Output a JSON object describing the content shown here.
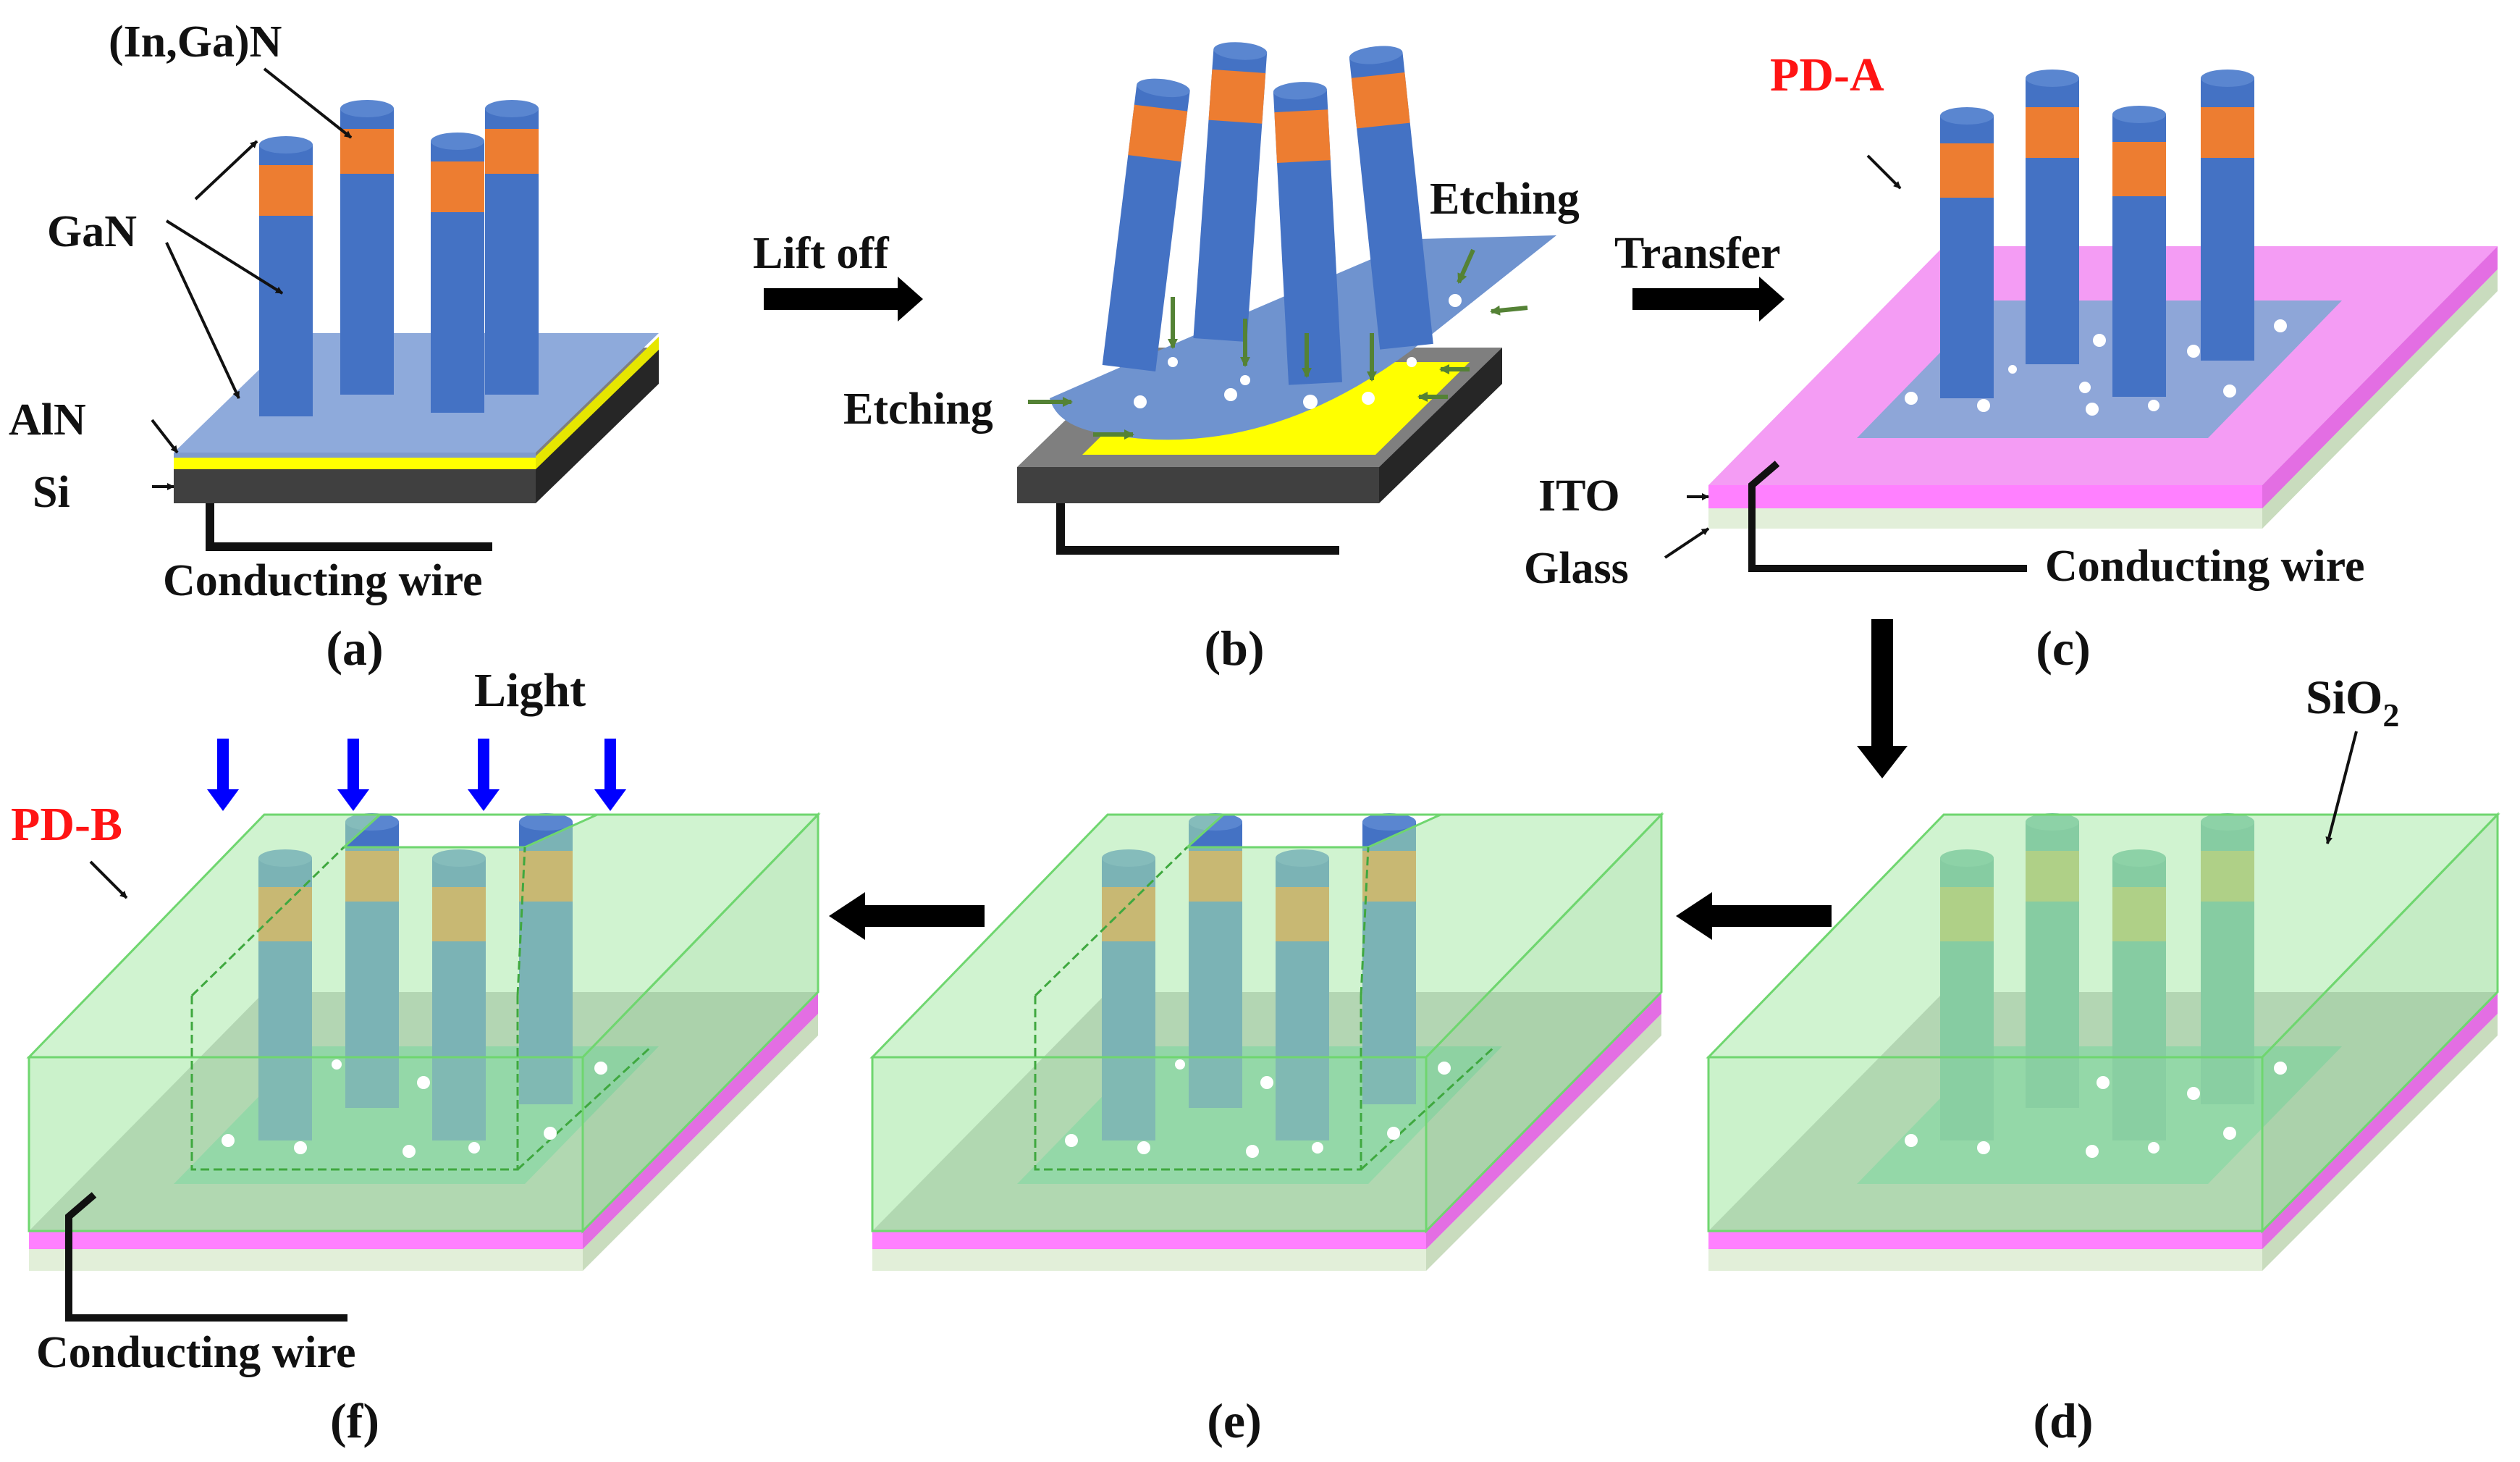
{
  "labels": {
    "ingan": "(In,Ga)N",
    "gan": "GaN",
    "aln": "AlN",
    "si": "Si",
    "conducting_wire": "Conducting wire",
    "lift_off": "Lift off",
    "etching": "Etching",
    "transfer": "Transfer",
    "pd_a": "PD-A",
    "pd_b": "PD-B",
    "ito": "ITO",
    "glass": "Glass",
    "sio2_main": "SiO",
    "sio2_sub": "2",
    "light": "Light"
  },
  "panels": {
    "a": "(a)",
    "b": "(b)",
    "c": "(c)",
    "d": "(d)",
    "e": "(e)",
    "f": "(f)"
  },
  "colors": {
    "nanowire": "#4472c4",
    "ingan": "#ed7d31",
    "aln": "#ffff00",
    "si": "#595959",
    "gan_film": "#8eaadb",
    "ito": "#ff80ff",
    "glass": "#e2efd9",
    "sio2": "#a9eaa9",
    "etch_arrow": "#548235",
    "light_arrow": "#0000ff",
    "pd_label": "#ff1414"
  }
}
